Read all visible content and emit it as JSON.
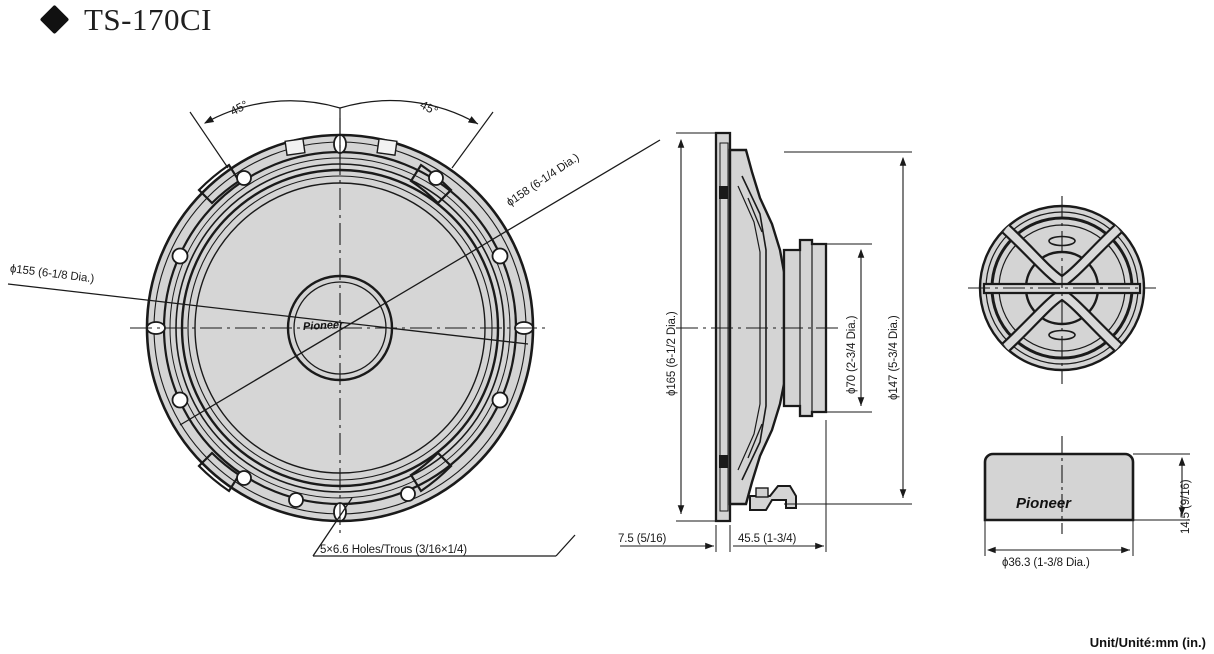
{
  "header": {
    "bullet_icon": "diamond-icon",
    "model": "TS-170CI"
  },
  "views": {
    "front": {
      "name": "woofer-front-view",
      "brand_mark": "Pioneer",
      "angle_left": "45°",
      "angle_right": "45°"
    },
    "section": {
      "name": "woofer-section-view"
    },
    "tweeter_front": {
      "name": "tweeter-front-view"
    },
    "tweeter_side": {
      "name": "tweeter-side-view",
      "brand_mark": "Pioneer"
    }
  },
  "dimensions": {
    "outer_flange_dia": "ϕ155 (6-1/8 Dia.)",
    "mount_circle_dia": "ϕ158 (6-1/4 Dia.)",
    "holes_note": "5×6.6 Holes/Trous (3/16×1/4)",
    "overall_dia": "ϕ165 (6-1/2 Dia.)",
    "magnet_dia": "ϕ70 (2-3/4 Dia.)",
    "basket_dia": "ϕ147 (5-3/4 Dia.)",
    "front_depth": "7.5 (5/16)",
    "rear_depth": "45.5 (1-3/4)",
    "tweeter_dia": "ϕ36.3 (1-3/8 Dia.)",
    "tweeter_height": "14.5 (9/16)"
  },
  "footer": {
    "unit_note": "Unit/Unité:mm (in.)"
  },
  "colors": {
    "body_fill": "#d4d4d4",
    "line": "#1a1a1a",
    "background": "#ffffff"
  }
}
